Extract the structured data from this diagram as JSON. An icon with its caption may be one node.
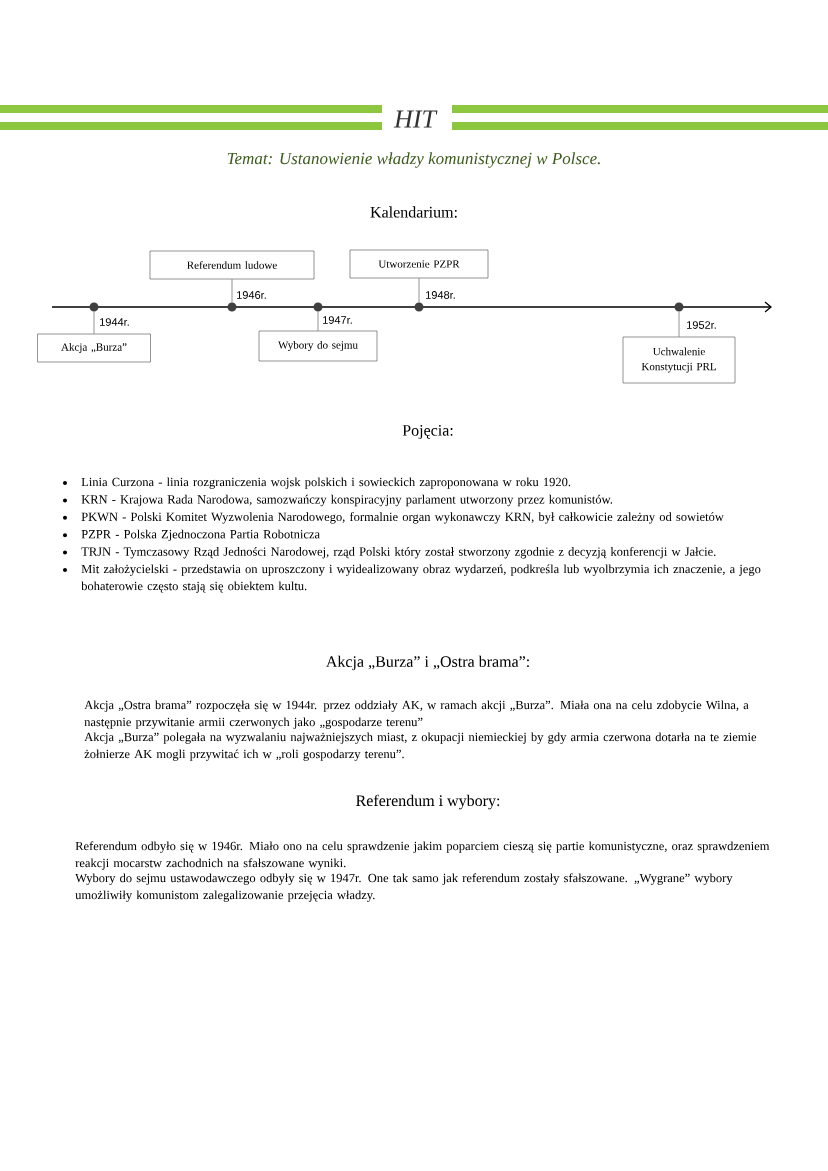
{
  "diagram": {
    "title": "HIT",
    "nodes": [
      {
        "text": [
          "Akcja „Burza”"
        ]
      },
      {
        "text": [
          "Referendum ludowe"
        ]
      },
      {
        "text": [
          "Wybory do sejmu"
        ]
      },
      {
        "text": [
          "Utworzenie PZPR"
        ]
      },
      {
        "text": [
          "Uchwalenie Konstytucji PRL"
        ]
      },
      {
        "text": [],
        "shape": "circle",
        "beside": [
          "1944r."
        ]
      },
      {
        "text": [],
        "shape": "circle",
        "beside": [
          "1946r."
        ]
      },
      {
        "text": [],
        "shape": "circle",
        "beside": [
          "1947r."
        ]
      },
      {
        "text": [],
        "shape": "circle",
        "beside": [
          "1948r."
        ]
      },
      {
        "text": [],
        "shape": "circle",
        "beside": [
          "1952r."
        ]
      }
    ],
    "edges": [
      {
        "from": 0,
        "to": 5,
        "arrow": "none"
      },
      {
        "from": 1,
        "to": 6,
        "arrow": "none"
      },
      {
        "from": 2,
        "to": 7,
        "arrow": "none"
      },
      {
        "from": 3,
        "to": 8,
        "arrow": "none"
      },
      {
        "from": 4,
        "to": 9,
        "arrow": "none"
      }
    ],
    "labels": [
      "Temat: Ustanowienie władzy komunistycznej w Polsce.",
      "Kalendarium:",
      "Pojęcia:",
      "Linia Curzona - linia rozgraniczenia wojsk polskich i sowieckich zaproponowana w roku 1920.",
      "KRN - Krajowa Rada Narodowa, samozwańczy konspiracyjny parlament utworzony przez komunistów.",
      "PKWN - Polski Komitet Wyzwolenia Narodowego, formalnie organ wykonawczy KRN, był całkowicie zależny od sowietów",
      "PZPR - Polska Zjednoczona Partia Robotnicza",
      "TRJN - Tymczasowy Rząd Jedności Narodowej, rząd Polski który został stworzony zgodnie z decyzją konferencji w Jałcie.",
      "Mit założycielski - przedstawia on uproszczony i wyidealizowany obraz wydarzeń, podkreśla lub wyolbrzymia ich znaczenie, a jego bohaterowie często stają się obiektem kultu.",
      "Akcja „Burza” i „Ostra brama”:",
      "Akcja „Ostra brama” rozpoczęła się w 1944r. przez oddziały AK, w ramach akcji „Burza”. Miała ona na celu zdobycie Wilna, a następnie przywitanie armii czerwonych jako „gospodarze terenu”",
      "Akcja „Burza” polegała na wyzwalaniu najważniejszych miast, z okupacji niemieckiej by gdy armia czerwona dotarła na te ziemie żołnierze AK mogli przywitać ich w „roli gospodarzy terenu”.",
      "Referendum i wybory:",
      "Referendum odbyło się w 1946r. Miało ono na celu sprawdzenie jakim poparciem cieszą się partie komunistyczne, oraz sprawdzeniem reakcji mocarstw zachodnich na sfałszowane wyniki.",
      "Wybory do sejmu ustawodawczego odbyły się w 1947r. One tak samo jak referendum zostały sfałszowane. „Wygrane” wybory umożliwiły komunistom zalegalizowanie przejęcia władzy."
    ]
  }
}
